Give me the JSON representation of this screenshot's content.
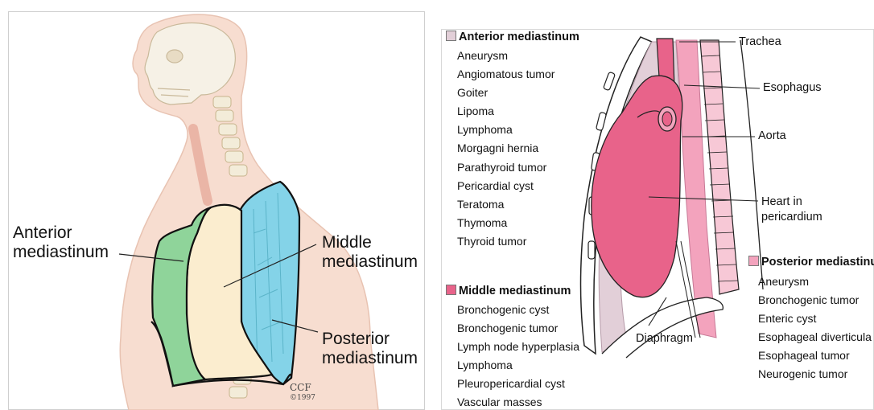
{
  "left_figure": {
    "labels": {
      "anterior_line1": "Anterior",
      "anterior_line2": "mediastinum",
      "middle_line1": "Middle",
      "middle_line2": "mediastinum",
      "posterior_line1": "Posterior",
      "posterior_line2": "mediastinum"
    },
    "credit": {
      "org": "CCF",
      "year": "©1997"
    },
    "colors": {
      "anterior": "#8fd49a",
      "middle": "#fbedcf",
      "posterior": "#84d3e8",
      "skin": "#f7ddd0"
    }
  },
  "right_figure": {
    "anatomy_labels": {
      "trachea": "Trachea",
      "esophagus": "Esophagus",
      "aorta": "Aorta",
      "heart_line1": "Heart in",
      "heart_line2": "pericardium",
      "diaphragm": "Diaphragm"
    },
    "anterior": {
      "title": "Anterior mediastinum",
      "color": "#e2cfd8",
      "items": [
        "Aneurysm",
        "Angiomatous tumor",
        "Goiter",
        "Lipoma",
        "Lymphoma",
        "Morgagni hernia",
        "Parathyroid tumor",
        "Pericardial cyst",
        "Teratoma",
        "Thymoma",
        "Thyroid tumor"
      ]
    },
    "middle": {
      "title": "Middle mediastinum",
      "color": "#e8638a",
      "items": [
        "Bronchogenic cyst",
        "Bronchogenic tumor",
        "Lymph node hyperplasia",
        "Lymphoma",
        "Pleuropericardial cyst",
        "Vascular masses"
      ]
    },
    "posterior": {
      "title": "Posterior mediastinum",
      "color": "#f3a3bd",
      "items": [
        "Aneurysm",
        "Bronchogenic tumor",
        "Enteric cyst",
        "Esophageal diverticula",
        "Esophageal tumor",
        "Neurogenic tumor"
      ]
    }
  }
}
